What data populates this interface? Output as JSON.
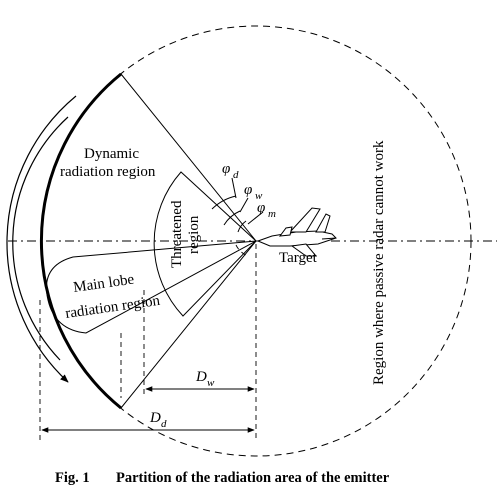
{
  "labels": {
    "dynamic_line1": "Dynamic",
    "dynamic_line2": "radiation region",
    "threatened_line1": "Threatened",
    "threatened_line2": "region",
    "main_lobe_line1": "Main lobe",
    "main_lobe_line2": "radiation region",
    "passive_radar": "Region where passive radar cannot work",
    "target": "Target"
  },
  "symbols": {
    "phi": "φ",
    "phi_d_sub": "d",
    "phi_w_sub": "w",
    "phi_m_sub": "m",
    "D": "D",
    "D_w_sub": "w",
    "D_d_sub": "d"
  },
  "caption": {
    "number": "Fig. 1",
    "text": "Partition of the radiation area of the emitter"
  }
}
